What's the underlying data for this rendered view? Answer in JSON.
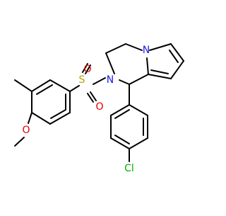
{
  "atoms": {
    "sulfur": "S",
    "oxygen_upper": "O",
    "oxygen_lower": "O",
    "nitrogen_ring": "N",
    "nitrogen_pyrrole": "N",
    "oxygen_methoxy": "O",
    "chlorine": "Cl"
  },
  "colors": {
    "bond": "#000000",
    "sulfur": "#b8a000",
    "oxygen": "#e00000",
    "nitrogen": "#1a1aee",
    "chlorine": "#00b000"
  }
}
